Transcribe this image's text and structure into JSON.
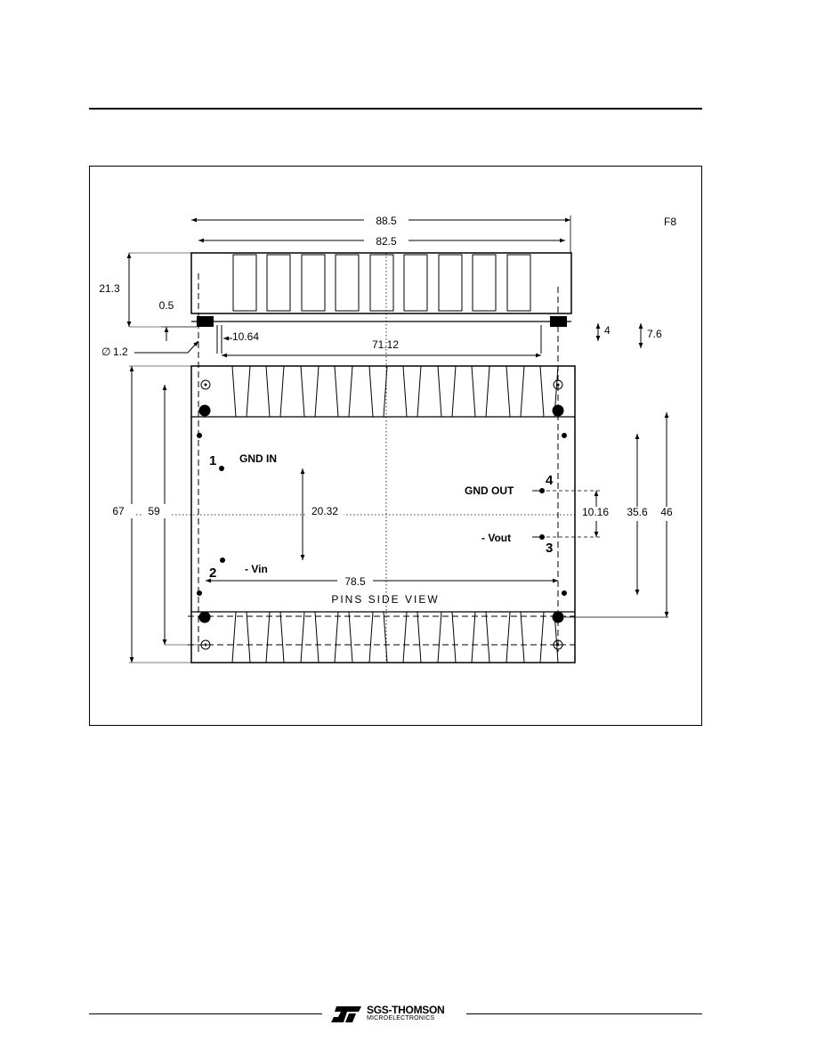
{
  "drawing": {
    "figure_tag": "F8",
    "dimensions": {
      "overall_length": "88.5",
      "heatsink_length": "82.5",
      "height": "21.3",
      "pin_thickness": "0.5",
      "pin_diameter": "1.2",
      "pin_pitch_small": "10.64",
      "pin_span": "71.12",
      "standoff": "4",
      "standoff_total": "7.6",
      "overall_width": "67",
      "inner_width": "59",
      "pin_spacing_in": "20.32",
      "pin_spacing_out": "10.16",
      "mount_span": "35.6",
      "mount_width": "46",
      "hole_span": "78.5"
    },
    "pins": {
      "gnd_in_label": "GND IN",
      "vin_label": "- Vin",
      "gnd_out_label": "GND OUT",
      "vout_label": "- Vout",
      "pin1": "1",
      "pin2": "2",
      "pin3": "3",
      "pin4": "4"
    },
    "view_caption": "PINS SIDE VIEW"
  },
  "footer": {
    "brand": "SGS-THOMSON",
    "sub": "MICROELECTRONICS"
  }
}
